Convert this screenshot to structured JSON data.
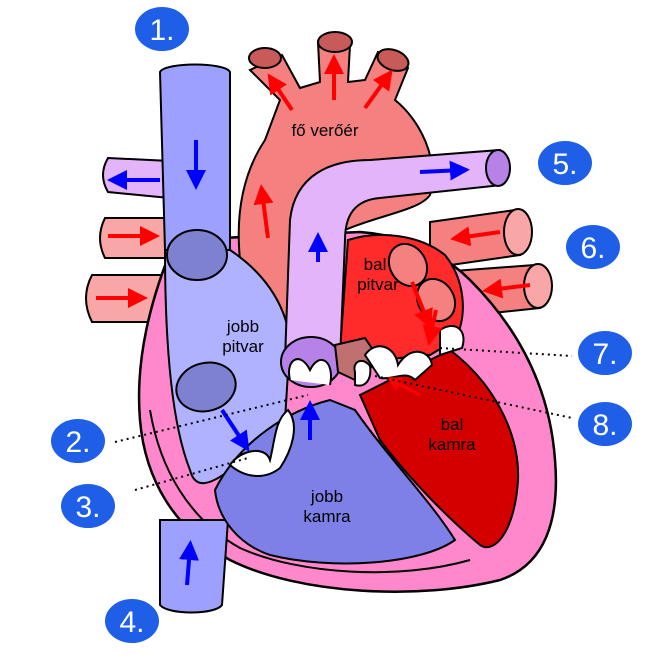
{
  "labels": {
    "aorta": "fő verőér",
    "right_atrium_1": "jobb",
    "right_atrium_2": "pitvar",
    "left_atrium_1": "bal",
    "left_atrium_2": "pitvar",
    "right_ventricle_1": "jobb",
    "right_ventricle_2": "kamra",
    "left_ventricle_1": "bal",
    "left_ventricle_2": "kamra"
  },
  "markers": [
    "1.",
    "2.",
    "3.",
    "4.",
    "5.",
    "6.",
    "7.",
    "8."
  ],
  "colors": {
    "deoxygenated": "#9ea0ff",
    "deoxygenated_dark": "#7e80e8",
    "pulmonary_artery": "#e4b4fa",
    "oxygenated": "#f58080",
    "oxygenated_light": "#f8a6a6",
    "left_ventricle": "#d40000",
    "myocardium": "#ff88cc",
    "badge": "#1f5fe8",
    "arrow_blue": "#0000ff",
    "arrow_red": "#ff0000"
  }
}
